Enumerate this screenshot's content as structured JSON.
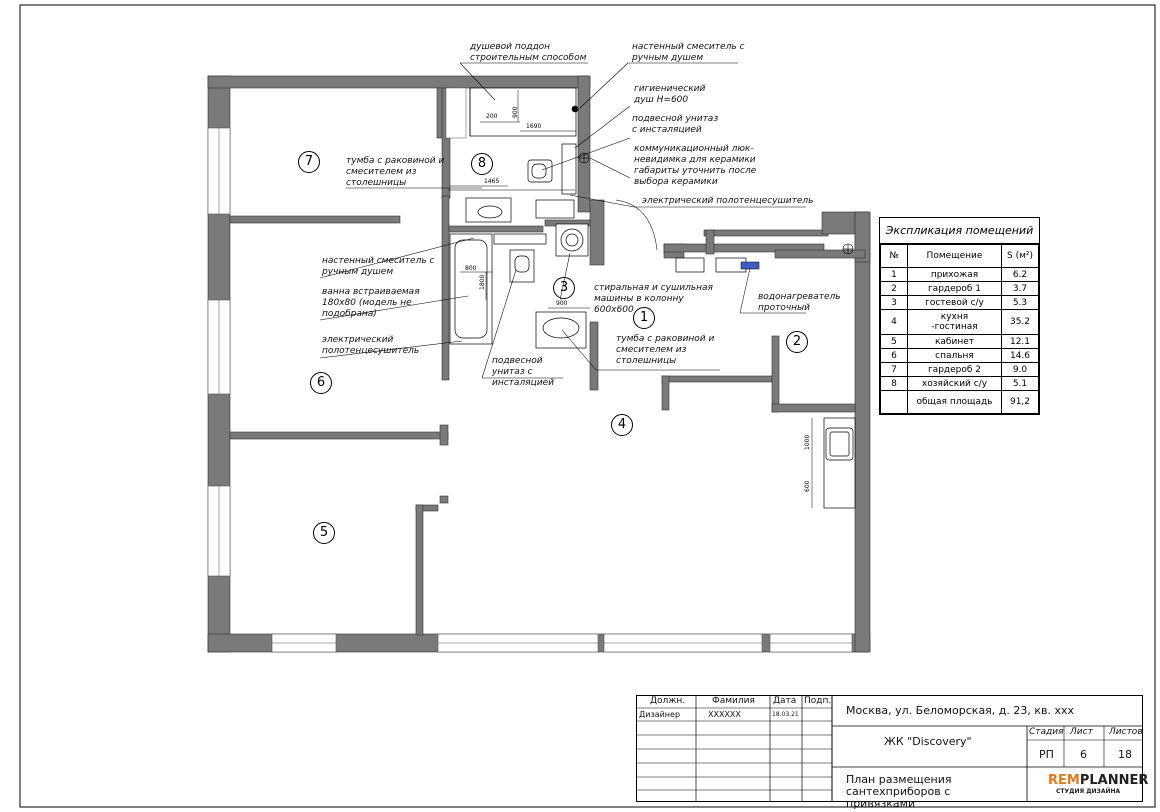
{
  "room_numbers": [
    "1",
    "2",
    "3",
    "4",
    "5",
    "6",
    "7",
    "8"
  ],
  "annotations": {
    "shower_tray": "душевой поддон строительным способом",
    "wall_mixer_top": "настенный смеситель с ручным душем",
    "hygienic_shower": "гигиенический душ H=600",
    "wall_wc_top": "подвесной унитаз с инсталяцией",
    "hatch": "коммуникационный люк-невидимка для керамики габариты уточнить после выбора керамики",
    "towel_rail_top": "электрический полотенцесушитель",
    "vanity_top": "тумба с раковиной и смесителем из столешницы",
    "wall_mixer_left": "настенный смеситель с ручным душем",
    "bathtub": "ванна встраиваемая 180х80 (модель не подобрана)",
    "towel_rail_left": "электрический полотенцесушитель",
    "wall_wc_bottom": "подвесной унитаз с инсталяцией",
    "washer_dryer": "стиральная и сушильная машины в колонну 600х600",
    "vanity_mid": "тумба с раковиной и смесителем из столешницы",
    "water_heater": "водонагреватель проточный"
  },
  "dimensions": {
    "d200": "200",
    "d900a": "900",
    "d1690": "1690",
    "d1465": "1465",
    "d800": "800",
    "d1800": "1800",
    "d900b": "900",
    "d1000": "1000",
    "d600": "600"
  },
  "explication": {
    "title": "Экспликация помещений",
    "headers": [
      "№",
      "Помещение",
      "S (м²)"
    ],
    "rows": [
      {
        "n": "1",
        "name": "прихожая",
        "s": "6.2"
      },
      {
        "n": "2",
        "name": "гардероб 1",
        "s": "3.7"
      },
      {
        "n": "3",
        "name": "гостевой с/у",
        "s": "5.3"
      },
      {
        "n": "4",
        "name": "кухня -гостиная",
        "s": "35.2"
      },
      {
        "n": "5",
        "name": "кабинет",
        "s": "12.1"
      },
      {
        "n": "6",
        "name": "спальня",
        "s": "14.6"
      },
      {
        "n": "7",
        "name": "гардероб 2",
        "s": "9.0"
      },
      {
        "n": "8",
        "name": "хозяйский с/у",
        "s": "5.1"
      }
    ],
    "total_label": "общая площадь",
    "total_value": "91,2"
  },
  "title_block": {
    "col_position": "Должн.",
    "col_surname": "Фамилия",
    "col_date": "Дата",
    "col_sign": "Подп.",
    "position": "Дизайнер",
    "surname": "XXXXXX",
    "date": "18.03.21",
    "address": "Москва, ул. Беломорская, д. 23, кв. ххх",
    "complex": "ЖК \"Discovery\"",
    "stage_label": "Стадия",
    "sheet_label": "Лист",
    "sheets_label": "Листов",
    "stage": "РП",
    "sheet": "6",
    "sheets": "18",
    "drawing_name": "План размещения сантехприборов с привязками",
    "logo_rem": "REM",
    "logo_planner": "PLANNER",
    "logo_sub": "СТУДИЯ ДИЗАЙНА"
  },
  "colors": {
    "wall": "#7a7a7a",
    "wall_dark": "#6b6b6b",
    "accent_heater": "#3f5fbf"
  }
}
